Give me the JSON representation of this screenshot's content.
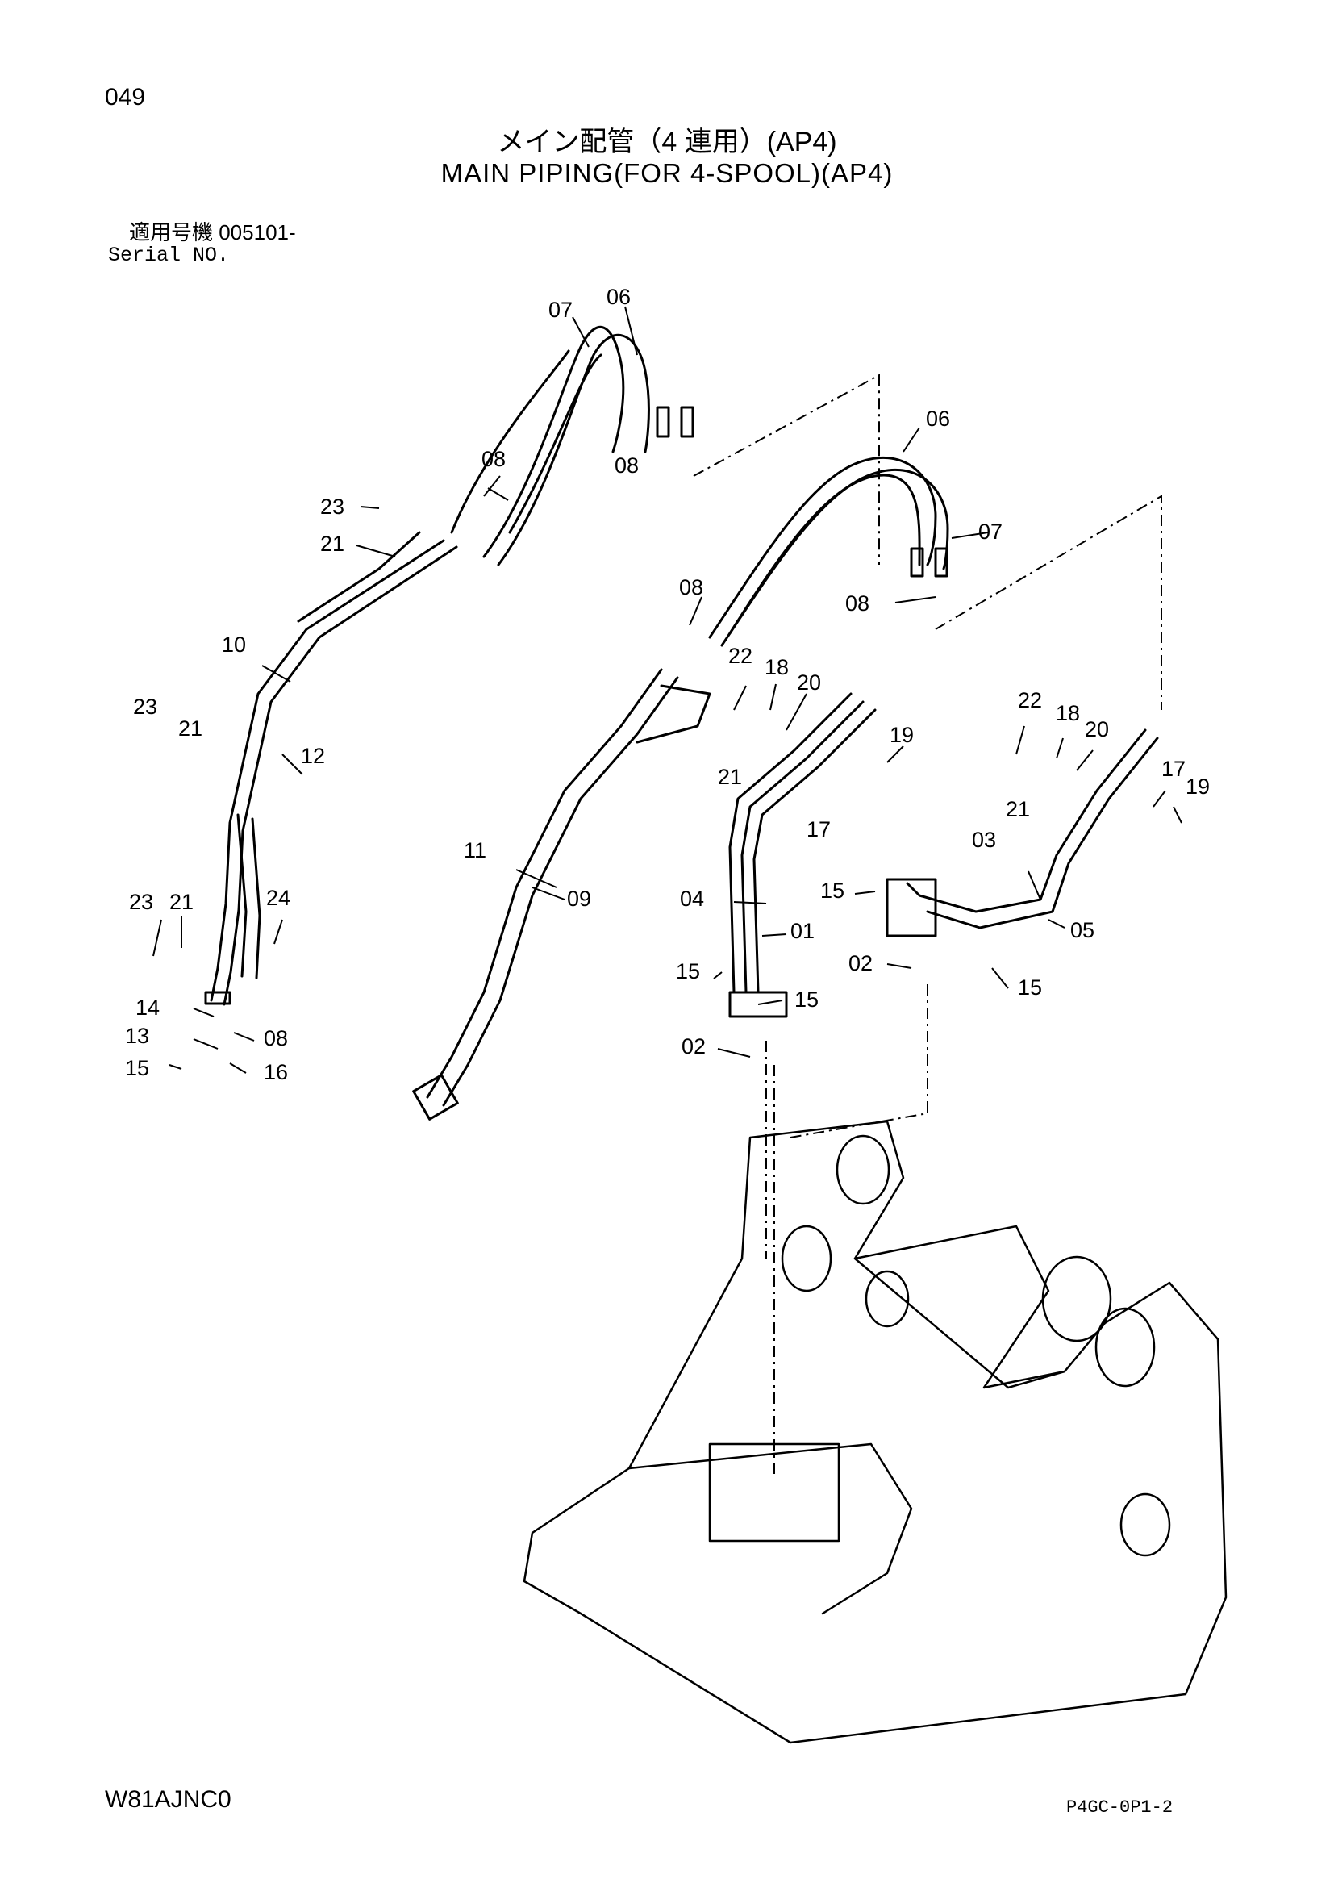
{
  "header": {
    "page_number": "049",
    "title_jp": "メイン配管（4 連用）(AP4)",
    "title_en": "MAIN PIPING(FOR 4-SPOOL)(AP4)",
    "serial_label_jp": "適用号機 005101-",
    "serial_label_en": "Serial NO."
  },
  "footer": {
    "doc_code": "W81AJNC0",
    "figure_code": "P4GC-0P1-2"
  },
  "callouts": {
    "c07a": "07",
    "c06a": "06",
    "c08a": "08",
    "c08b": "08",
    "c23a": "23",
    "c21a": "21",
    "c06b": "06",
    "c07b": "07",
    "c08c": "08",
    "c08d": "08",
    "c10": "10",
    "c22a": "22",
    "c18a": "18",
    "c20a": "20",
    "c23b": "23",
    "c21b": "21",
    "c12": "12",
    "c19a": "19",
    "c21c": "21",
    "c22b": "22",
    "c18b": "18",
    "c20b": "20",
    "c17a": "17",
    "c17b": "17",
    "c19b": "19",
    "c21d": "21",
    "c03": "03",
    "c11": "11",
    "c09": "09",
    "c04": "04",
    "c01": "01",
    "c15a": "15",
    "c05": "05",
    "c23c": "23",
    "c21e": "21",
    "c24": "24",
    "c15b": "15",
    "c02a": "02",
    "c15c": "15",
    "c15d": "15",
    "c14": "14",
    "c13": "13",
    "c08e": "08",
    "c02b": "02",
    "c15e": "15",
    "c16": "16"
  }
}
